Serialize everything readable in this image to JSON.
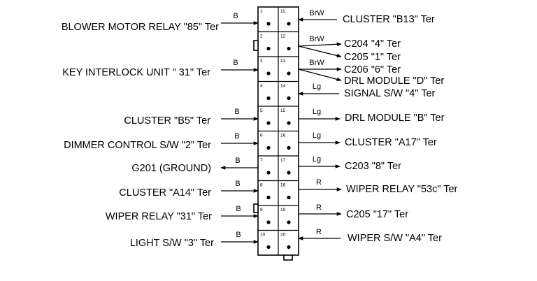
{
  "connector": {
    "rows": [
      {
        "left_pin": "1",
        "right_pin": "11"
      },
      {
        "left_pin": "2",
        "right_pin": "12"
      },
      {
        "left_pin": "3",
        "right_pin": "13"
      },
      {
        "left_pin": "4",
        "right_pin": "14"
      },
      {
        "left_pin": "5",
        "right_pin": "15"
      },
      {
        "left_pin": "6",
        "right_pin": "16"
      },
      {
        "left_pin": "7",
        "right_pin": "17"
      },
      {
        "left_pin": "8",
        "right_pin": "18"
      },
      {
        "left_pin": "9",
        "right_pin": "19"
      },
      {
        "left_pin": "10",
        "right_pin": "20"
      }
    ]
  },
  "left_connections": [
    {
      "label": "BLOWER MOTOR RELAY \"85\" Ter",
      "wire": "B",
      "pin": "1",
      "direction": "in"
    },
    {
      "label": "KEY INTERLOCK UNIT \" 31\" Ter",
      "wire": "B",
      "pin": "3",
      "direction": "in"
    },
    {
      "label": "CLUSTER \"B5\" Ter",
      "wire": "B",
      "pin": "5",
      "direction": "in"
    },
    {
      "label": "DIMMER CONTROL S/W \"2\" Ter",
      "wire": "B",
      "pin": "6",
      "direction": "in"
    },
    {
      "label": "G201 (GROUND)",
      "wire": "B",
      "pin": "7",
      "direction": "out"
    },
    {
      "label": "CLUSTER \"A14\" Ter",
      "wire": "B",
      "pin": "8",
      "direction": "in"
    },
    {
      "label": "WIPER RELAY \"31\" Ter",
      "wire": "B",
      "pin": "9",
      "direction": "in"
    },
    {
      "label": "LIGHT S/W \"3\" Ter",
      "wire": "B",
      "pin": "10",
      "direction": "in"
    }
  ],
  "right_connections": [
    {
      "label": "CLUSTER \"B13\" Ter",
      "wire": "BrW",
      "pin": "11",
      "direction": "in"
    },
    {
      "label": "C204 \"4\" Ter",
      "wire": "BrW",
      "pin": "12",
      "direction": "out"
    },
    {
      "label": "C205 \"1\" Ter",
      "wire": "",
      "pin": "12",
      "direction": "out"
    },
    {
      "label": "C206 \"6\" Ter",
      "wire": "BrW",
      "pin": "13",
      "direction": "out"
    },
    {
      "label": "DRL MODULE \"D\" Ter",
      "wire": "",
      "pin": "13",
      "direction": "out"
    },
    {
      "label": "SIGNAL S/W \"4\" Ter",
      "wire": "Lg",
      "pin": "14",
      "direction": "in"
    },
    {
      "label": "DRL MODULE \"B\" Ter",
      "wire": "Lg",
      "pin": "15",
      "direction": "out"
    },
    {
      "label": "CLUSTER \"A17\" Ter",
      "wire": "Lg",
      "pin": "16",
      "direction": "out"
    },
    {
      "label": "C203 \"8\" Ter",
      "wire": "Lg",
      "pin": "17",
      "direction": "out"
    },
    {
      "label": "WIPER RELAY \"53c\" Ter",
      "wire": "R",
      "pin": "18",
      "direction": "out"
    },
    {
      "label": "C205 \"17\" Ter",
      "wire": "R",
      "pin": "19",
      "direction": "out"
    },
    {
      "label": "WIPER S/W \"A4\" Ter",
      "wire": "R",
      "pin": "20",
      "direction": "in"
    }
  ]
}
